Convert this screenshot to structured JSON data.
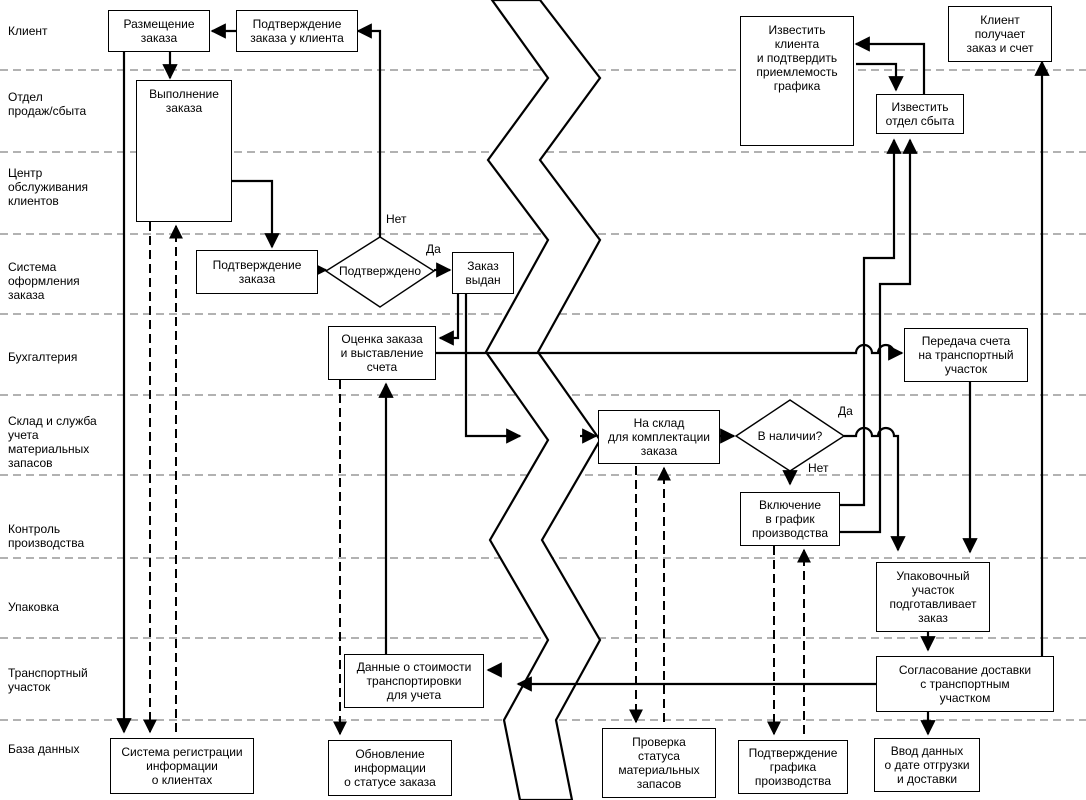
{
  "lanes": [
    "Клиент",
    "Отдел\nпродаж/сбыта",
    "Центр\nобслуживания\nклиентов",
    "Система\nоформления\nзаказа",
    "Бухгалтерия",
    "Склад и служба\nучета\nматериальных\nзапасов",
    "Контроль\nпроизводства",
    "Упаковка",
    "Транспортный\nучасток",
    "База данных"
  ],
  "boxes": {
    "place_order": "Размещение\nзаказа",
    "confirm_client": "Подтверждение\nзаказа у клиента",
    "fulfill": "Выполнение\nзаказа",
    "confirm_order": "Подтверждение\nзаказа",
    "order_issued": "Заказ\nвыдан",
    "billing": "Оценка заказа\nи выставление\nсчета",
    "warehouse": "На склад\nдля комплектации\nзаказа",
    "schedule": "Включение\nв график\nпроизводства",
    "notify_client": "Известить\nклиента\nи подтвердить\nприемлемость\nграфика",
    "notify_sales": "Известить\nотдел сбыта",
    "client_receives": "Клиент\nполучает\nзаказ и счет",
    "invoice_transfer": "Передача счета\nна транспортный\nучасток",
    "packing": "Упаковочный\nучасток\nподготавливает\nзаказ",
    "shipping_coord": "Согласование доставки\nс транспортным\nучастком",
    "shipping_cost": "Данные о стоимости\nтранспортировки\nдля учета",
    "crm": "Система регистрации\nинформации\nо клиентах",
    "status_update": "Обновление\nинформации\nо статусе заказа",
    "inventory_check": "Проверка\nстатуса\nматериальных\nзапасов",
    "schedule_confirm": "Подтверждение\nграфика\nпроизводства",
    "ship_date": "Ввод данных\nо дате отгрузки\nи доставки"
  },
  "decisions": {
    "confirmed": "Подтверждено",
    "in_stock": "В наличии?"
  },
  "edge_labels": {
    "no1": "Нет",
    "yes1": "Да",
    "yes2": "Да",
    "no2": "Нет"
  },
  "colors": {
    "line": "#000000",
    "separator": "#666666"
  }
}
